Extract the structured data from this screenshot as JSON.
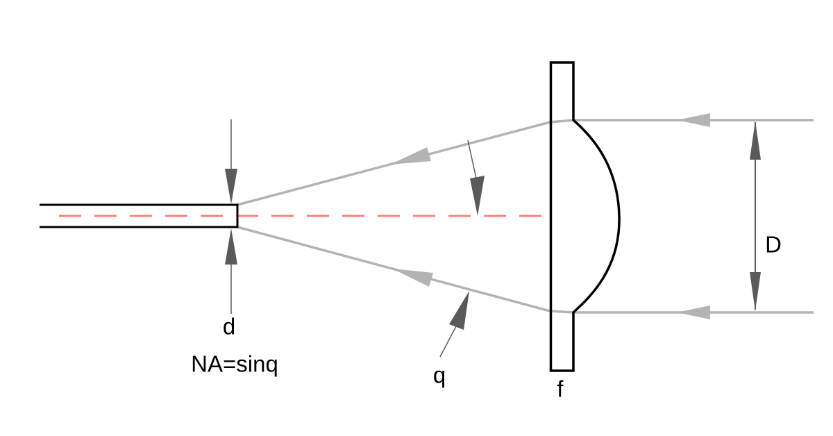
{
  "diagram": {
    "type": "optics-fiber-collimation-schematic",
    "labels": {
      "fiber_core_diameter": "d",
      "numerical_aperture": "NA=sinq",
      "divergence_angle": "q",
      "lens_focal_length": "f",
      "collimated_beam_diameter": "D"
    },
    "colors": {
      "outline_black": "#000000",
      "ray_gray": "#b3b3b3",
      "dimension_gray": "#5a5a5a",
      "axis_red": "#ff7f7f",
      "background": "#ffffff"
    }
  }
}
